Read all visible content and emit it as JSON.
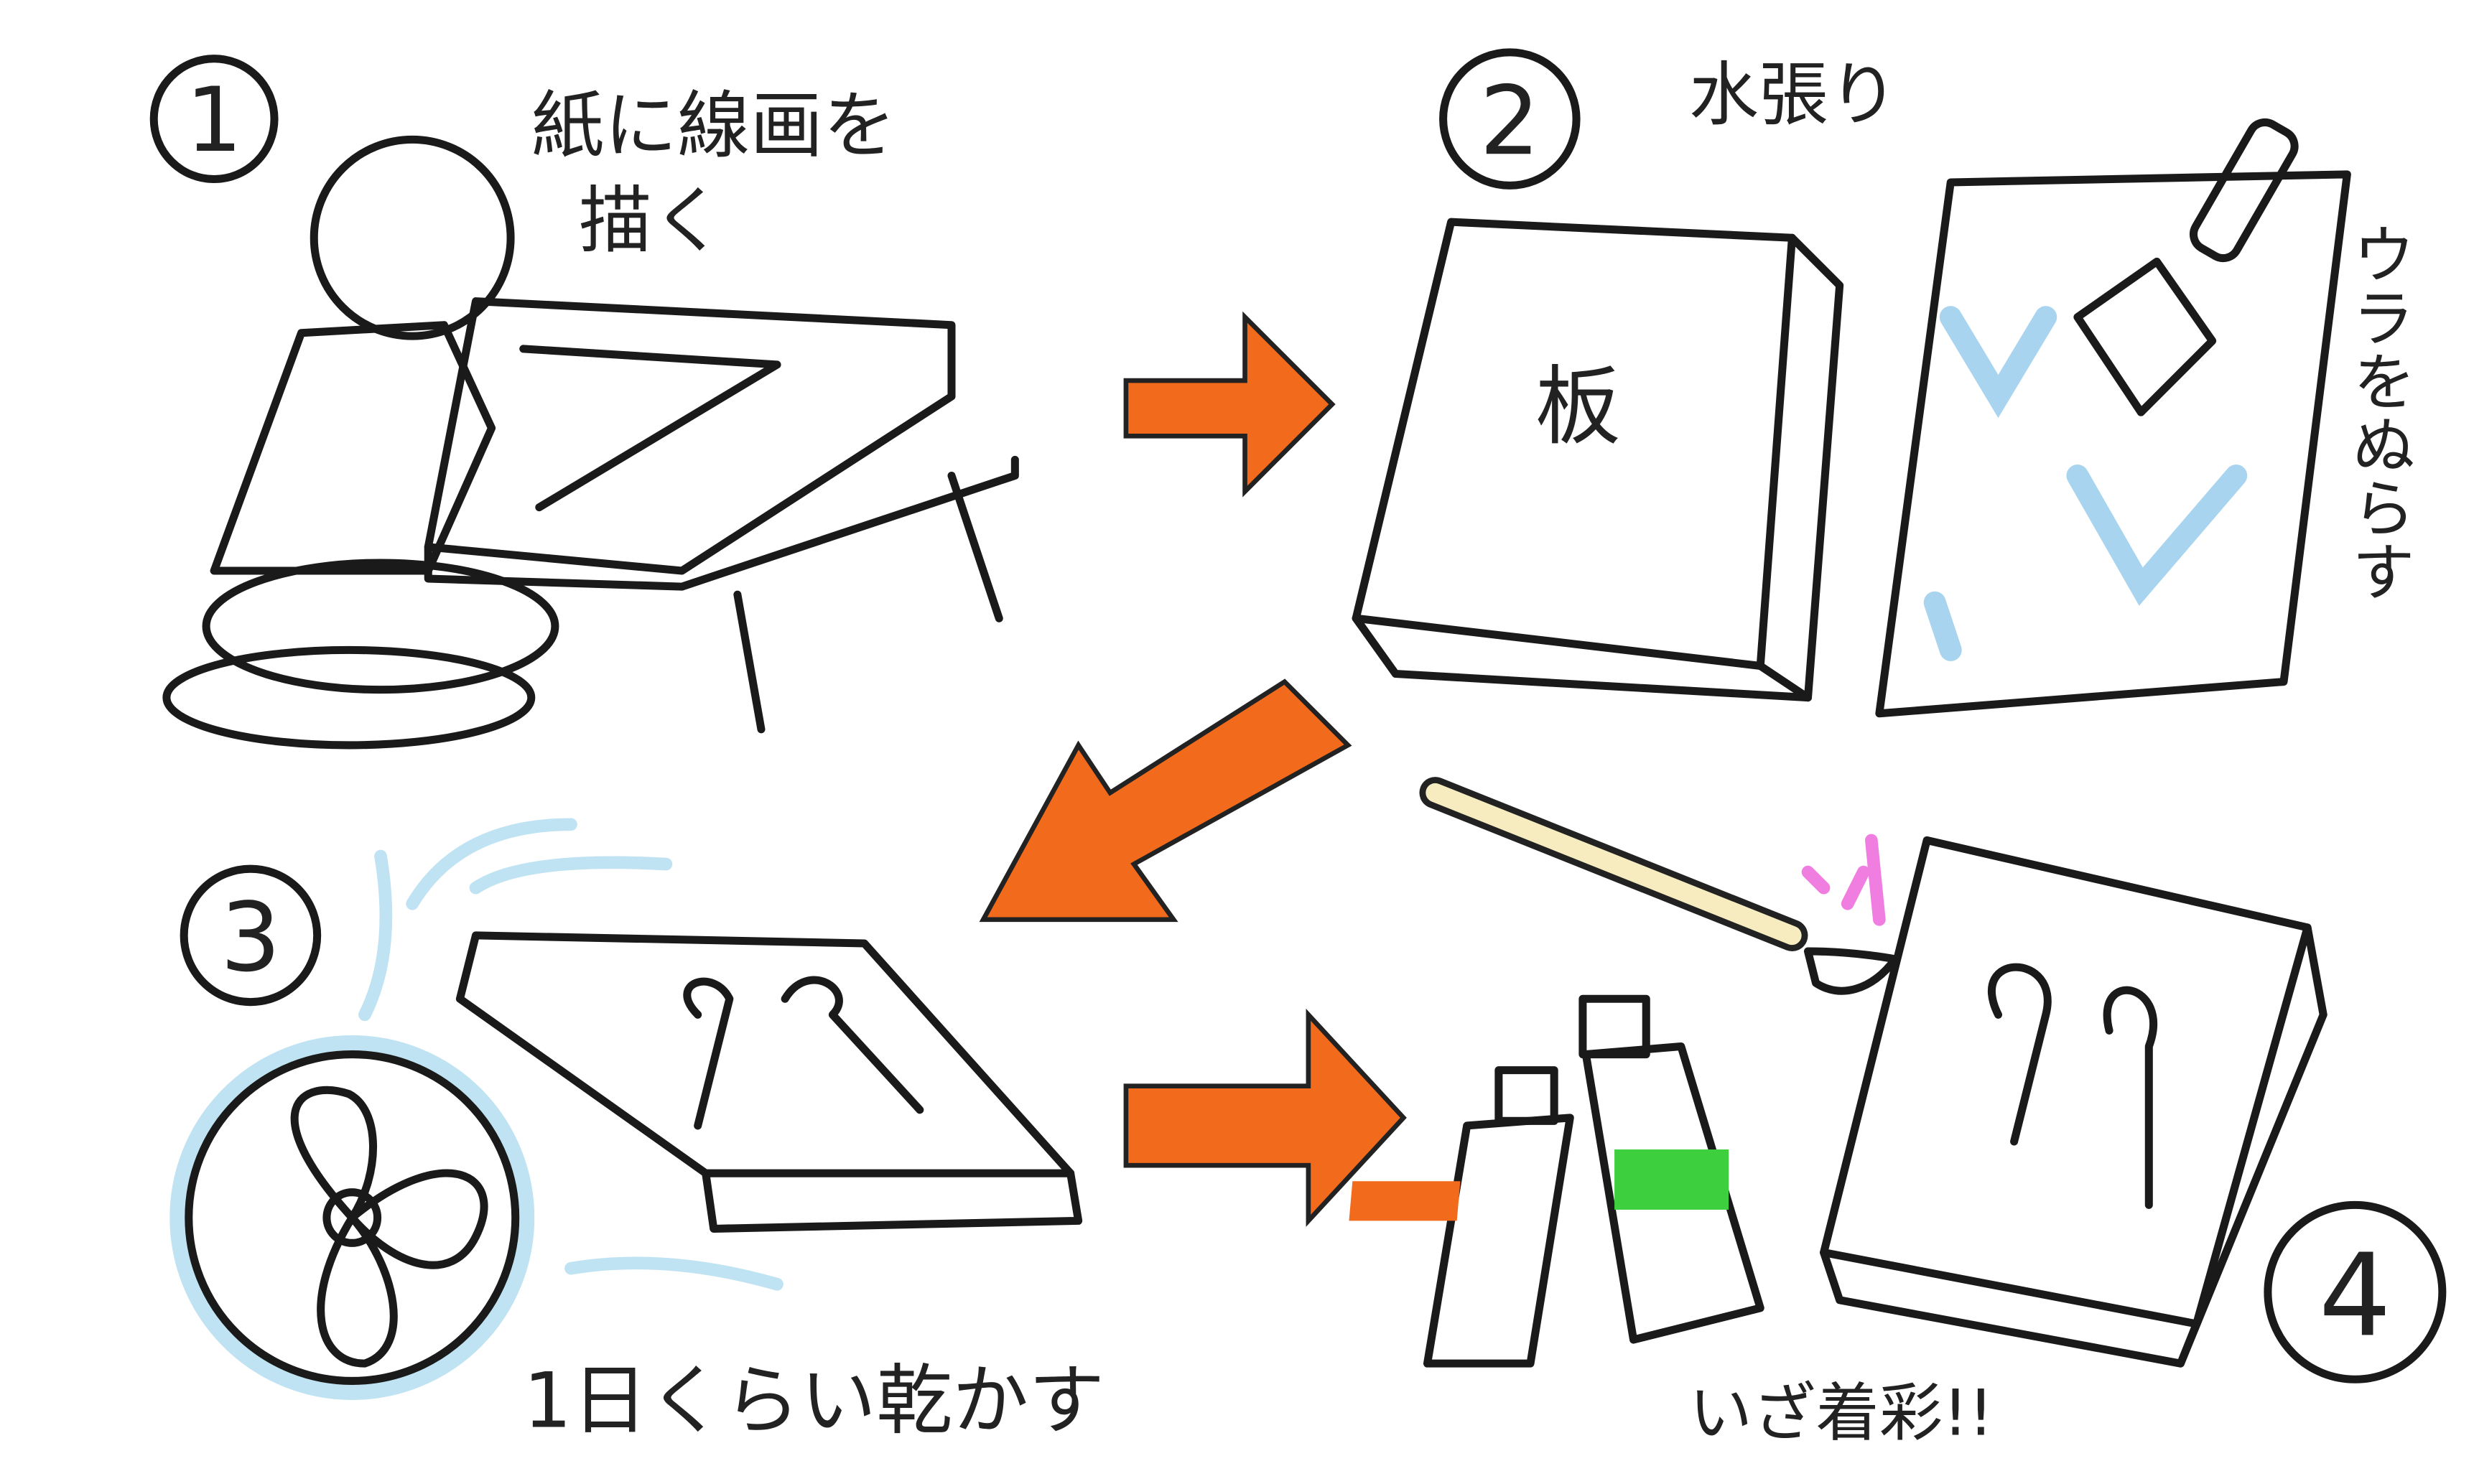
{
  "steps": [
    {
      "number": "1",
      "caption_line1": "紙に線画を",
      "caption_line2": "描く"
    },
    {
      "number": "2",
      "caption": "水張り",
      "board_label": "板",
      "side_note": "ウラをぬらす"
    },
    {
      "number": "3",
      "caption": "1日くらい乾かす"
    },
    {
      "number": "4",
      "caption": "いざ着彩!!"
    }
  ],
  "colors": {
    "arrow": "#f26a1b",
    "board_wood": "#8a6a55",
    "water": "#a8d4ef",
    "fan": "#bfe3f2",
    "paint_orange": "#f26a1b",
    "paint_green": "#3ecf3e",
    "paint_pink": "#f07ee0",
    "shirt": "#444444"
  }
}
